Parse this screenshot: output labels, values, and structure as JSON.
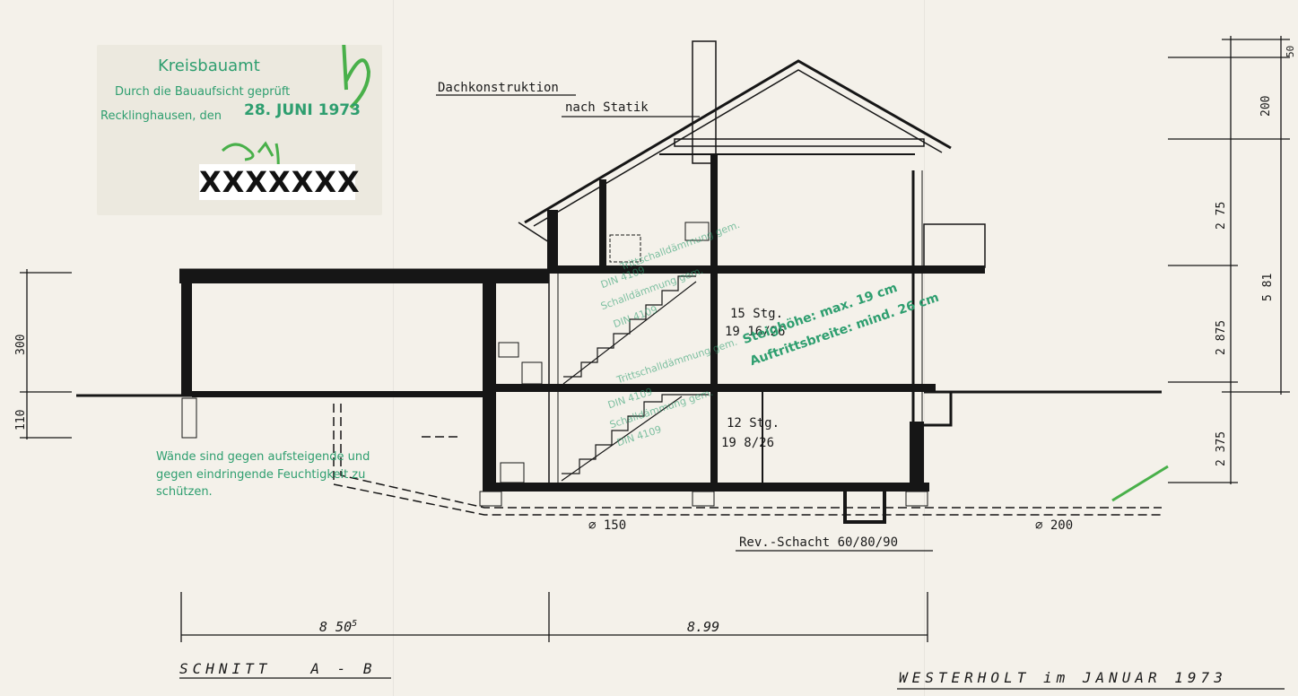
{
  "stamp": {
    "office": "Kreisbauamt",
    "line1": "Durch die Bauaufsicht geprüft",
    "line2_prefix": "Recklinghausen, den",
    "date": "28. JUNI 1973",
    "redacted": "XXXXXXX"
  },
  "roof_note": {
    "line1": "Dachkonstruktion",
    "line2": "nach Statik"
  },
  "stairs": {
    "upper_count": "15 Stg.",
    "upper_ratio": "19 16/26",
    "lower_count": "12 Stg.",
    "lower_ratio": "19 8/26",
    "green_note_height": "Steighöhe: max. 19 cm",
    "green_note_width": "Auftrittsbreite: mind. 26 cm",
    "din_upper_1": "Trittschalldämmung gem.",
    "din_upper_2": "DIN 4109",
    "din_upper_3": "Schalldämmung gem.",
    "din_upper_4": "DIN 4109",
    "din_lower_1": "Trittschalldämmung gem.",
    "din_lower_2": "DIN 4109",
    "din_lower_3": "Schalldämmung gem.",
    "din_lower_4": "DIN 4109"
  },
  "moisture_note": {
    "line1": "Wände sind gegen aufsteigende und",
    "line2": "gegen eindringende Feuchtigkeit zu",
    "line3": "schützen."
  },
  "pipes": {
    "left": "⌀ 150",
    "right": "⌀ 200",
    "shaft": "Rev.-Schacht 60/80/90"
  },
  "dims_bottom": {
    "left_main": "8 50",
    "left_sup": "5",
    "right": "8.99"
  },
  "dims_left": {
    "upper": "300",
    "lower": "110"
  },
  "dims_right": {
    "d50": "50",
    "d200": "200",
    "d275": "2 75",
    "d581": "5 81",
    "d2875": "2 875",
    "d2375": "2 375"
  },
  "title": {
    "section": "SCHNITT   A - B",
    "place_date": "WESTERHOLT im JANUAR 1973"
  }
}
